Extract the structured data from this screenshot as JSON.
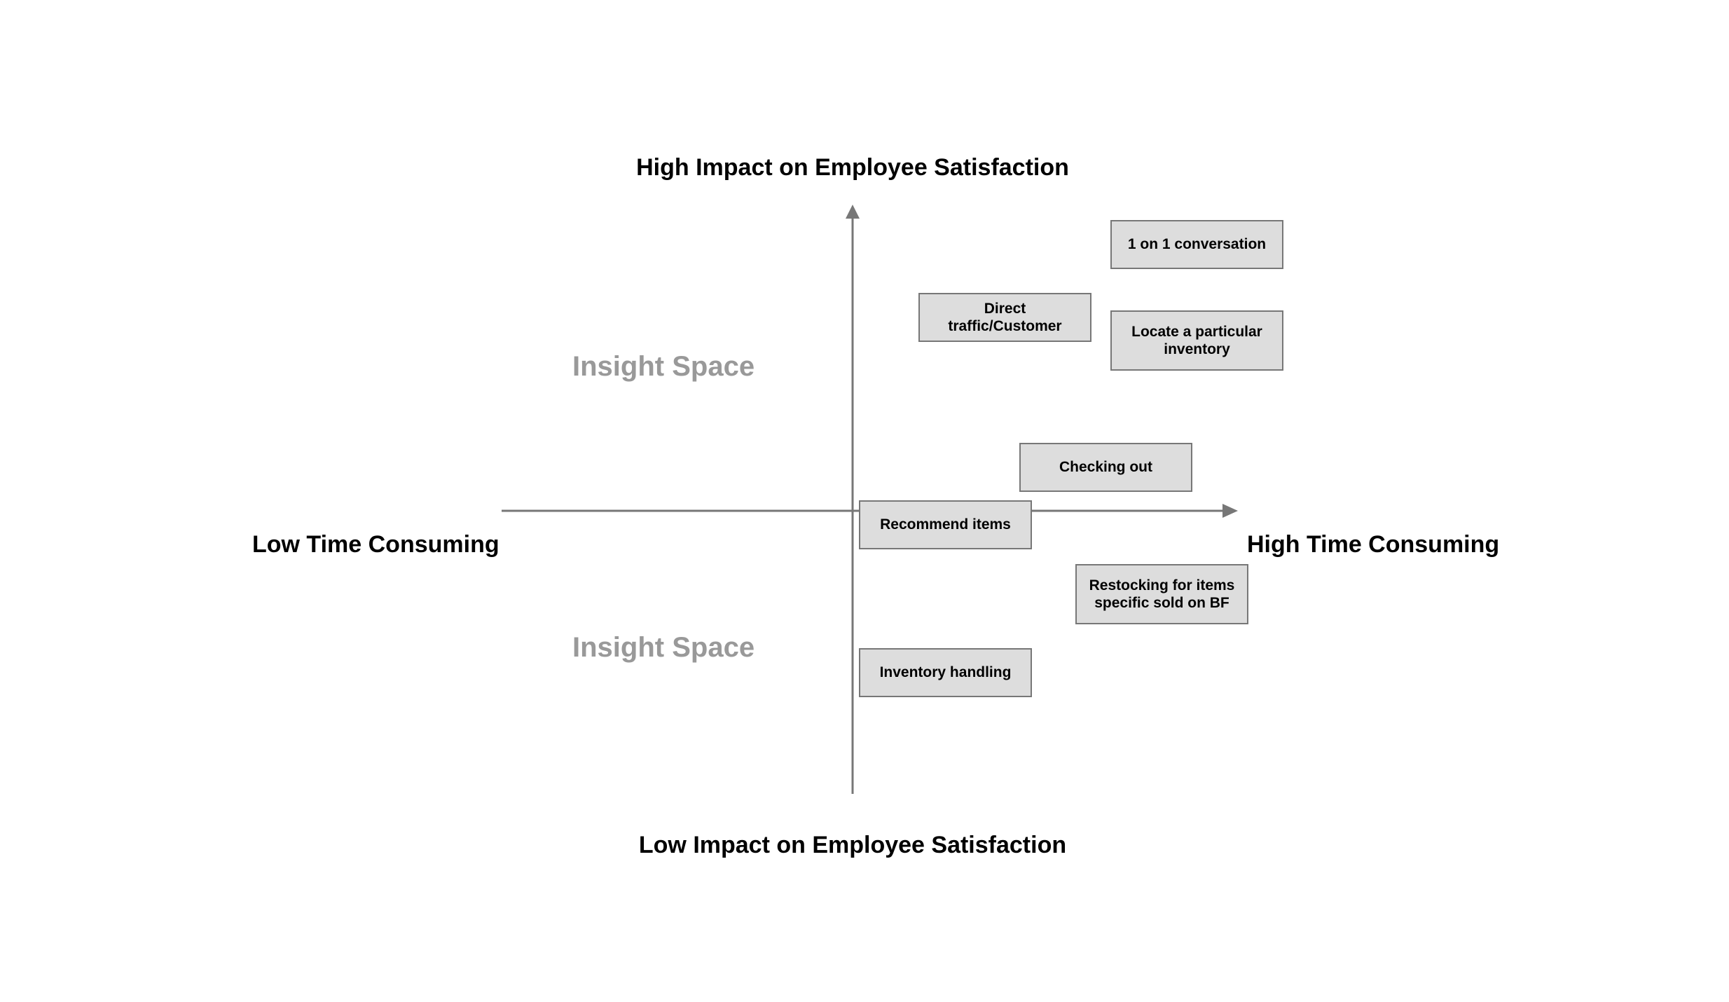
{
  "axes": {
    "top_label": "High Impact on Employee Satisfaction",
    "bottom_label": "Low Impact on Employee Satisfaction",
    "left_label": "Low Time Consuming",
    "right_label": "High Time Consuming",
    "axis_color": "#777777"
  },
  "spaces": {
    "upper_label": "Insight Space",
    "lower_label": "Insight Space",
    "color": "#999999"
  },
  "items": [
    {
      "label": "1 on 1 conversation"
    },
    {
      "label": "Direct traffic/Customer"
    },
    {
      "label": "Locate a particular inventory"
    },
    {
      "label": "Checking out"
    },
    {
      "label": "Recommend items"
    },
    {
      "label": "Restocking for items specific sold on BF"
    },
    {
      "label": "Inventory handling"
    }
  ],
  "box_fill": "#dddddd",
  "box_border": "#777777"
}
